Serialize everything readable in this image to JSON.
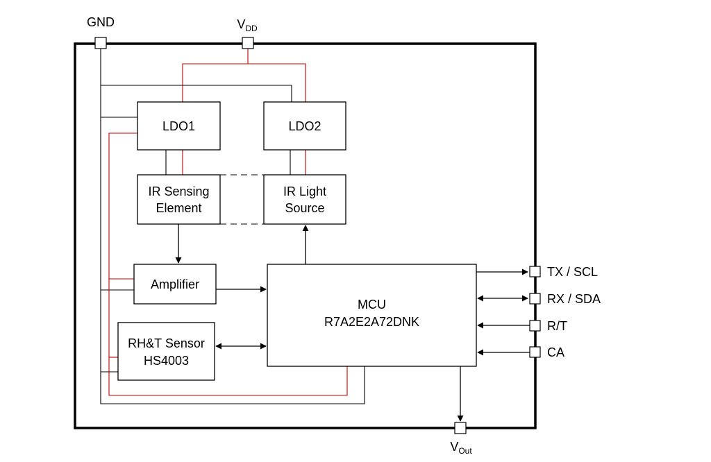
{
  "pins": {
    "gnd": "GND",
    "vdd_main": "V",
    "vdd_sub": "DD",
    "vout_main": "V",
    "vout_sub": "Out",
    "tx": "TX / SCL",
    "rx": "RX / SDA",
    "rt": "R/T",
    "ca": "CA"
  },
  "blocks": {
    "ldo1": "LDO1",
    "ldo2": "LDO2",
    "ir_sensing": [
      "IR Sensing",
      "Element"
    ],
    "ir_light": [
      "IR Light",
      "Source"
    ],
    "amplifier": "Amplifier",
    "rht": [
      "RH&T Sensor",
      "HS4003"
    ],
    "mcu": [
      "MCU",
      "R7A2E2A72DNK"
    ]
  },
  "colors": {
    "supply_wire": "#c00000",
    "ground_wire": "#000000"
  }
}
